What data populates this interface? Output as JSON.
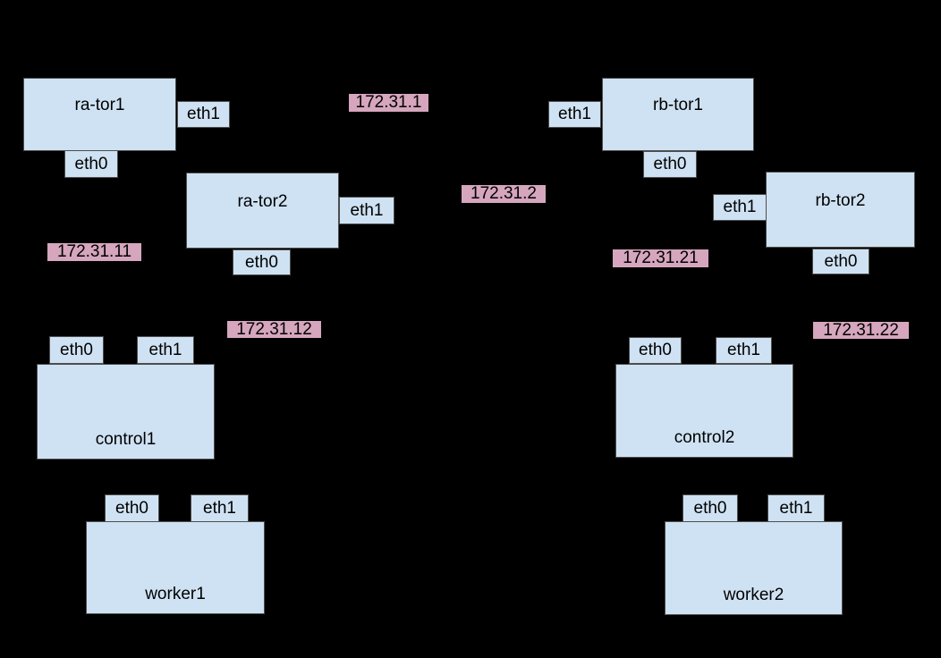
{
  "colors": {
    "background": "#000000",
    "node_fill": "#cfe2f3",
    "node_stroke": "#4d4d4d",
    "ip_fill": "#d5a6bd",
    "text": "#000000"
  },
  "nodes": {
    "ra_tor1": {
      "label": "ra-tor1",
      "eth0": "eth0",
      "eth1": "eth1"
    },
    "ra_tor2": {
      "label": "ra-tor2",
      "eth0": "eth0",
      "eth1": "eth1"
    },
    "rb_tor1": {
      "label": "rb-tor1",
      "eth0": "eth0",
      "eth1": "eth1"
    },
    "rb_tor2": {
      "label": "rb-tor2",
      "eth0": "eth0",
      "eth1": "eth1"
    },
    "control1": {
      "label": "control1",
      "eth0": "eth0",
      "eth1": "eth1"
    },
    "control2": {
      "label": "control2",
      "eth0": "eth0",
      "eth1": "eth1"
    },
    "worker1": {
      "label": "worker1",
      "eth0": "eth0",
      "eth1": "eth1"
    },
    "worker2": {
      "label": "worker2",
      "eth0": "eth0",
      "eth1": "eth1"
    }
  },
  "ip_labels": {
    "net_a": "172.31.1",
    "net_b": "172.31.2",
    "ip_11": "172.31.11",
    "ip_12": "172.31.12",
    "ip_21": "172.31.21",
    "ip_22": "172.31.22"
  }
}
